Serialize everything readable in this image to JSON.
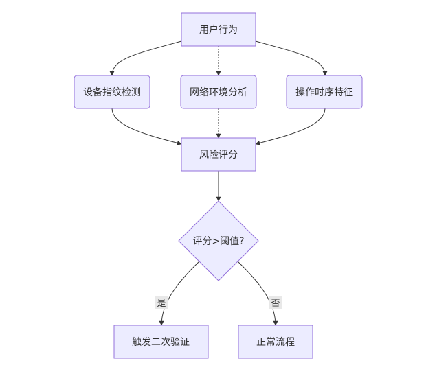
{
  "diagram": {
    "nodes": {
      "user_behavior": "用户行为",
      "device_fingerprint": "设备指纹检测",
      "network_env": "网络环境分析",
      "timing_features": "操作时序特征",
      "risk_score": "风险评分",
      "threshold_check": "评分>阈值?",
      "second_verification": "触发二次验证",
      "normal_flow": "正常流程"
    },
    "edge_labels": {
      "yes": "是",
      "no": "否"
    },
    "colors": {
      "node_fill": "#ECECFF",
      "node_stroke": "#9370DB",
      "edge": "#333333"
    }
  }
}
